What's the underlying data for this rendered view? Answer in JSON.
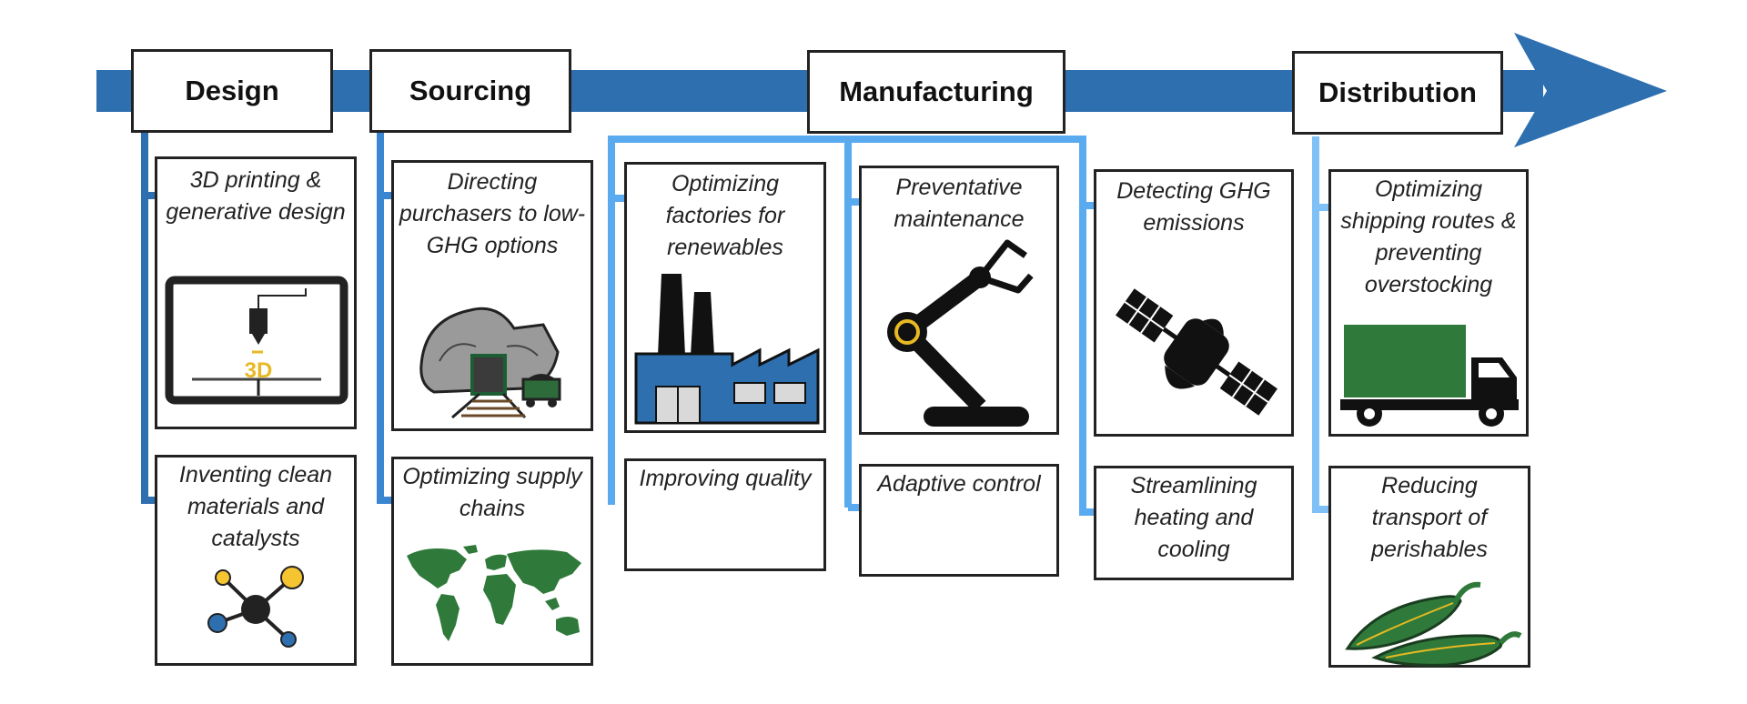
{
  "colors": {
    "arrow": "#2e6fb0",
    "design_line": "#2e6fb0",
    "sourcing_line": "#3a86d2",
    "manufacturing_line": "#5aaaf0",
    "distribution_line": "#7fc0f7",
    "box_border": "#222222"
  },
  "stages": [
    {
      "label": "Design"
    },
    {
      "label": "Sourcing"
    },
    {
      "label": "Manufacturing"
    },
    {
      "label": "Distribution"
    }
  ],
  "design": {
    "items": [
      {
        "label": "3D printing & generative design",
        "icon": "3d-printer-icon",
        "icon_text": "3D"
      },
      {
        "label": "Inventing clean materials and catalysts",
        "icon": "molecule-icon"
      }
    ]
  },
  "sourcing": {
    "items": [
      {
        "label": "Directing purchasers to low-GHG options",
        "icon": "mine-icon"
      },
      {
        "label": "Optimizing supply chains",
        "icon": "world-map-icon"
      }
    ]
  },
  "manufacturing": {
    "items": [
      {
        "label": "Optimizing factories for renewables",
        "icon": "factory-icon"
      },
      {
        "label": "Improving quality"
      },
      {
        "label": "Preventative maintenance",
        "icon": "robot-arm-icon"
      },
      {
        "label": "Adaptive control"
      },
      {
        "label": "Detecting GHG emissions",
        "icon": "satellite-icon"
      },
      {
        "label": "Streamlining heating and cooling"
      }
    ]
  },
  "distribution": {
    "items": [
      {
        "label": "Optimizing shipping routes & preventing overstocking",
        "icon": "truck-icon"
      },
      {
        "label": "Reducing transport of perishables",
        "icon": "peppers-icon"
      }
    ]
  }
}
